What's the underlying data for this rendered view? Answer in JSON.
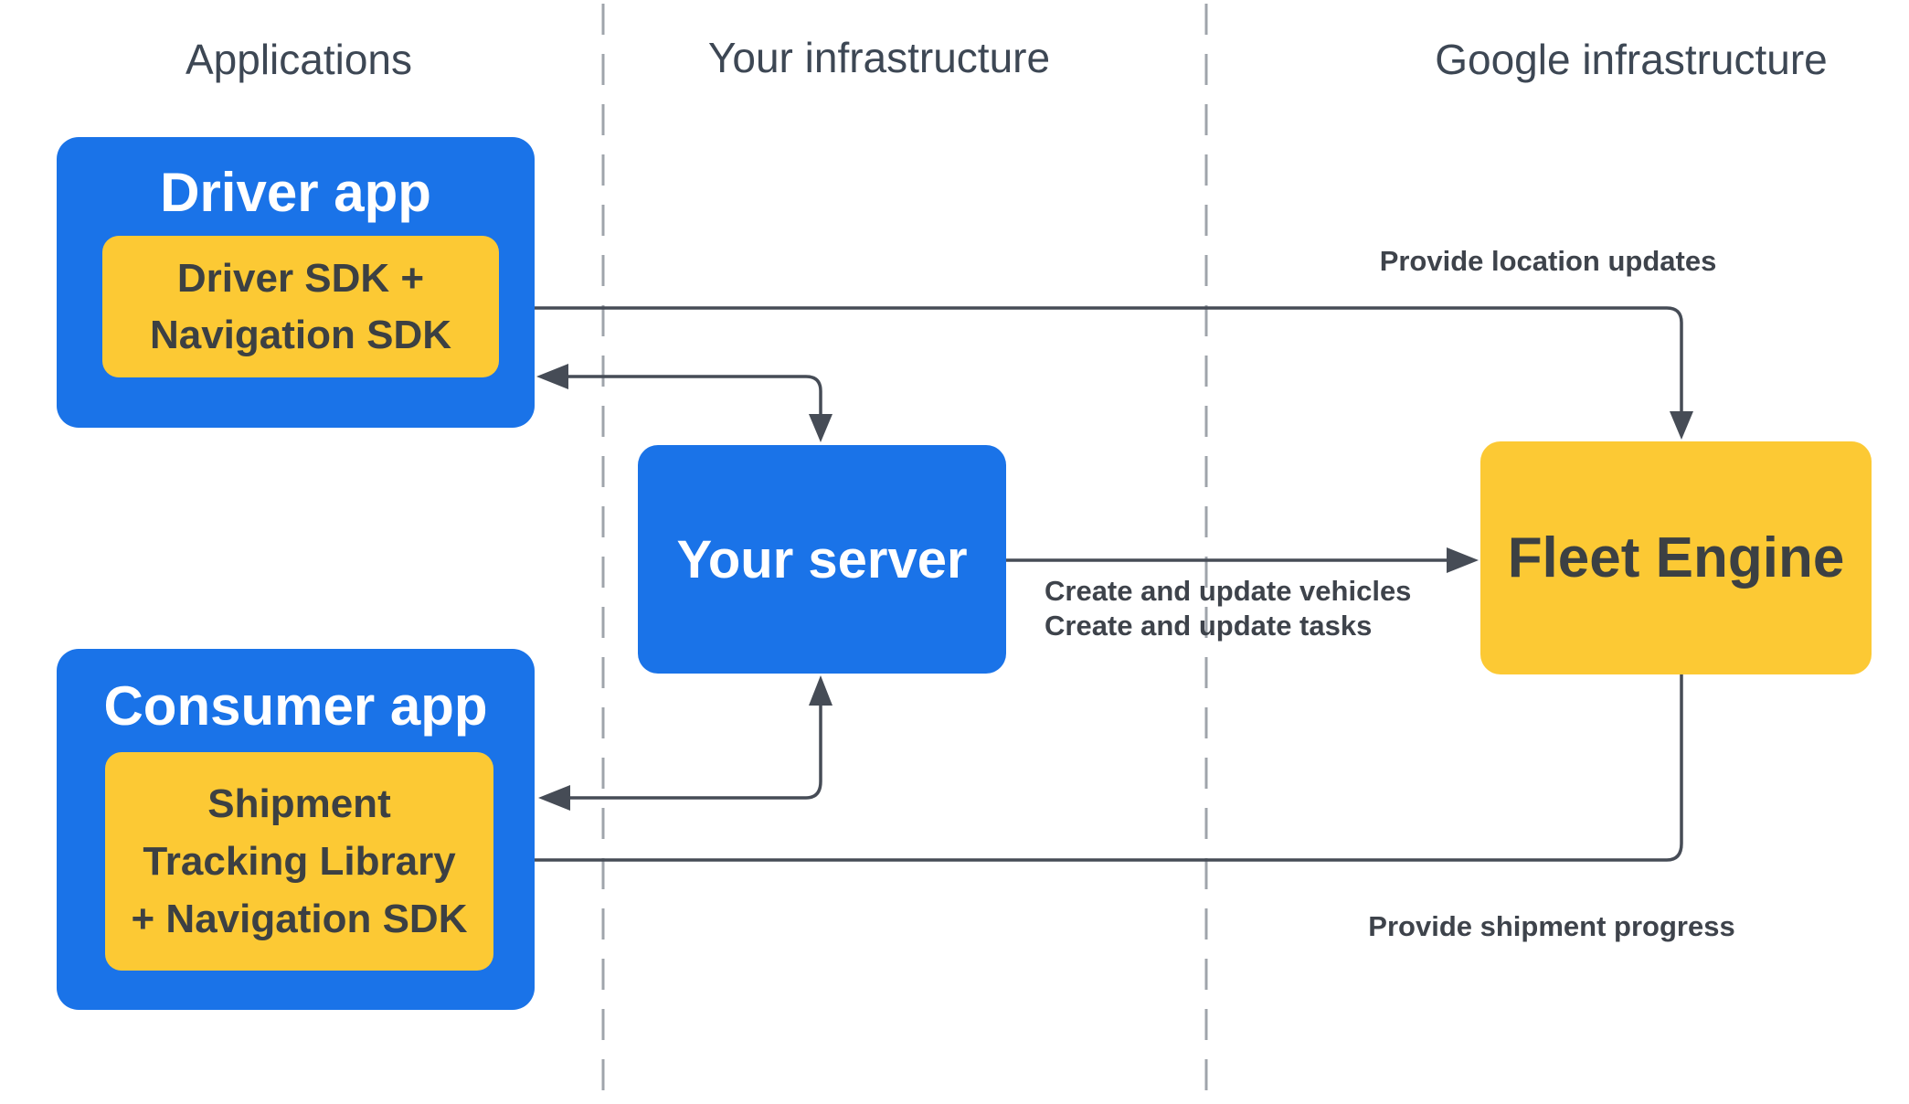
{
  "colors": {
    "background": "#ffffff",
    "blue": "#1a73e8",
    "yellow": "#fcc934",
    "arrow": "#464c56",
    "divider": "#9fa4ab",
    "heading_text": "#3d4754",
    "title_text": "#ffffff",
    "box_text_dark": "#3c4043",
    "label_text": "#3e434b"
  },
  "columns": [
    {
      "label": "Applications"
    },
    {
      "label": "Your infrastructure"
    },
    {
      "label": "Google infrastructure"
    }
  ],
  "nodes": {
    "driver_app": {
      "title": "Driver app"
    },
    "driver_sdk": {
      "lines": [
        "Driver SDK +",
        "Navigation SDK"
      ]
    },
    "consumer_app": {
      "title": "Consumer app"
    },
    "consumer_sdk": {
      "lines": [
        "Shipment",
        "Tracking Library",
        "+ Navigation SDK"
      ]
    },
    "your_server": {
      "title": "Your server"
    },
    "fleet_engine": {
      "title": "Fleet Engine"
    }
  },
  "edges": {
    "location_updates": {
      "label": "Provide location updates"
    },
    "create_update": {
      "lines": [
        "Create and update vehicles",
        "Create and update tasks"
      ]
    },
    "shipment_progress": {
      "label": "Provide shipment progress"
    }
  }
}
